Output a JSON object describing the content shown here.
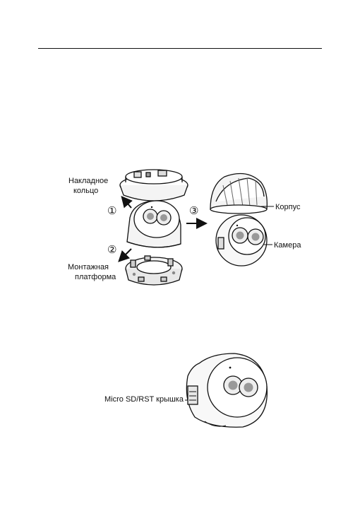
{
  "labels": {
    "trim_ring_line1": "Накладное",
    "trim_ring_line2": "кольцо",
    "housing": "Корпус",
    "camera": "Камера",
    "mount_line1": "Монтажная",
    "mount_line2": "платформа",
    "sd_cover": "Micro SD/RST крышка"
  },
  "steps": [
    "①",
    "②",
    "③"
  ]
}
